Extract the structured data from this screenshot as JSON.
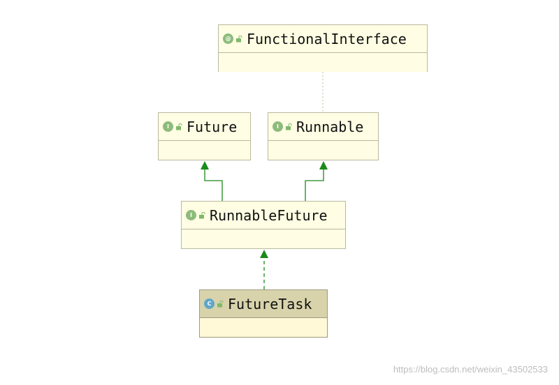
{
  "diagram": {
    "nodes": [
      {
        "id": "functional-interface",
        "title": "FunctionalInterface",
        "kind": "annotation",
        "kind_glyph": "@"
      },
      {
        "id": "future",
        "title": "Future",
        "kind": "interface",
        "kind_glyph": "I"
      },
      {
        "id": "runnable",
        "title": "Runnable",
        "kind": "interface",
        "kind_glyph": "I"
      },
      {
        "id": "runnable-future",
        "title": "RunnableFuture",
        "kind": "interface",
        "kind_glyph": "I"
      },
      {
        "id": "future-task",
        "title": "FutureTask",
        "kind": "class",
        "kind_glyph": "C"
      }
    ],
    "relations": [
      {
        "from": "Runnable",
        "to": "FunctionalInterface",
        "type": "annotation"
      },
      {
        "from": "RunnableFuture",
        "to": "Future",
        "type": "extends"
      },
      {
        "from": "RunnableFuture",
        "to": "Runnable",
        "type": "extends"
      },
      {
        "from": "FutureTask",
        "to": "RunnableFuture",
        "type": "implements"
      }
    ],
    "colors": {
      "node_fill": "#fffde3",
      "class_header_fill": "#d8d3ab",
      "border": "#b9b9a0",
      "arrow": "#1a8a1a",
      "dotted_line": "#c8b8a0",
      "interface_icon": "#8dbb7b",
      "class_icon": "#5fa7c9"
    }
  },
  "watermark": {
    "text": "https://blog.csdn.net/weixin_43502533"
  }
}
